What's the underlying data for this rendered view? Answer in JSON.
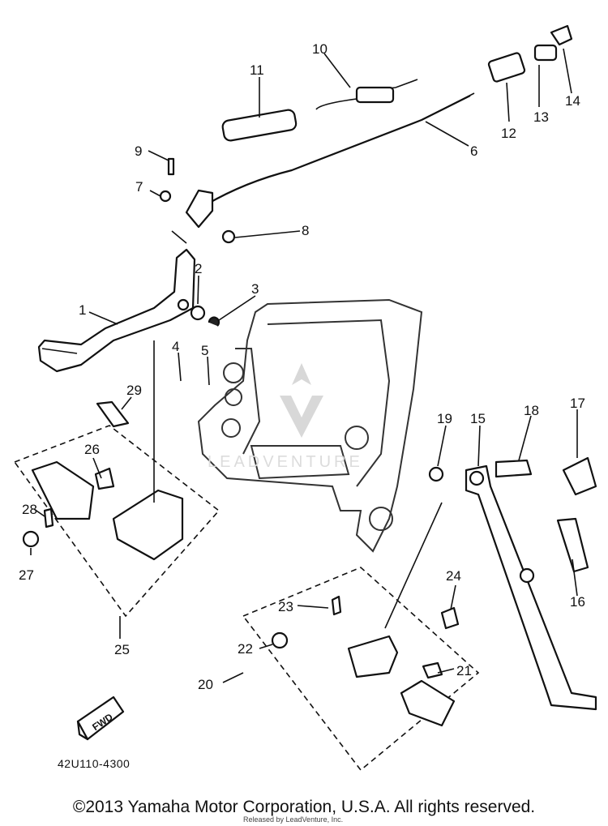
{
  "diagram": {
    "callouts": [
      "1",
      "2",
      "3",
      "4",
      "5",
      "6",
      "7",
      "8",
      "9",
      "10",
      "11",
      "12",
      "13",
      "14",
      "15",
      "16",
      "17",
      "18",
      "19",
      "20",
      "21",
      "22",
      "23",
      "24",
      "25",
      "26",
      "27",
      "28",
      "29"
    ],
    "drawing_code": "42U110-4300",
    "fwd_label": "FWD"
  },
  "watermark": {
    "text": "LEADVENTURE"
  },
  "footer": {
    "copyright": "©2013 Yamaha Motor Corporation, U.S.A. All rights reserved.",
    "release_note": "Released by LeadVenture, Inc."
  }
}
